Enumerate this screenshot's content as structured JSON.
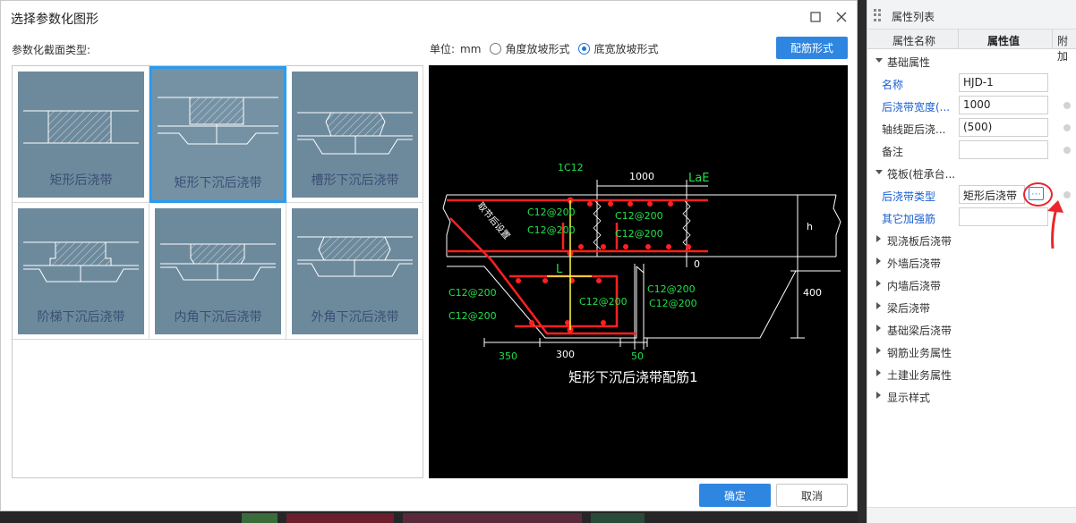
{
  "dialog": {
    "title": "选择参数化图形",
    "section_label": "参数化截面类型:",
    "thumbnails": [
      {
        "label": "矩形后浇带",
        "selected": false
      },
      {
        "label": "矩形下沉后浇带",
        "selected": true
      },
      {
        "label": "槽形下沉后浇带",
        "selected": false
      },
      {
        "label": "阶梯下沉后浇带",
        "selected": false
      },
      {
        "label": "内角下沉后浇带",
        "selected": false
      },
      {
        "label": "外角下沉后浇带",
        "selected": false
      }
    ],
    "unit_label": "单位:",
    "unit_value": "mm",
    "radio_angle": "角度放坡形式",
    "radio_width": "底宽放坡形式",
    "radio_selected": "底宽放坡形式",
    "peijin_button": "配筋形式",
    "ok_button": "确定",
    "cancel_button": "取消"
  },
  "preview": {
    "caption": "矩形下沉后浇带配筋1",
    "labels": {
      "top_bar": "1C12",
      "dim_1000": "1000",
      "lae": "LaE",
      "stirrup_1": "C12@200",
      "stirrup_2": "C12@200",
      "stirrup_3": "C12@200",
      "stirrup_4": "C12@200",
      "stirrup_5": "C12@200",
      "stirrup_6": "C12@200",
      "stirrup_7": "C12@200",
      "stirrup_8": "C12@200",
      "stirrup_9": "C12@200",
      "h": "h",
      "zero": "0",
      "L": "L",
      "dim_400": "400",
      "dim_350": "350",
      "dim_300": "300",
      "dim_50": "50",
      "slanted_note": "取节后设置"
    }
  },
  "properties": {
    "title": "属性列表",
    "col_name": "属性名称",
    "col_value": "属性值",
    "col_extra": "附加",
    "group_basic": "基础属性",
    "rows_basic": [
      {
        "name": "名称",
        "value": "HJD-1",
        "blue": true,
        "dot": false
      },
      {
        "name": "后浇带宽度(...",
        "value": "1000",
        "blue": true,
        "dot": true
      },
      {
        "name": "轴线距后浇...",
        "value": "(500)",
        "blue": false,
        "dot": true
      },
      {
        "name": "备注",
        "value": "",
        "blue": false,
        "dot": true
      }
    ],
    "group_raft": "筏板(桩承台...",
    "rows_raft": [
      {
        "name": "后浇带类型",
        "value": "矩形后浇带",
        "blue": true,
        "dot": true
      },
      {
        "name": "其它加强筋",
        "value": "",
        "blue": true,
        "dot": false
      }
    ],
    "ellipsis": "···",
    "collapsed_groups": [
      "现浇板后浇带",
      "外墙后浇带",
      "内墙后浇带",
      "梁后浇带",
      "基础梁后浇带",
      "钢筋业务属性",
      "土建业务属性",
      "显示样式"
    ]
  },
  "colors": {
    "accent": "#2f86e0",
    "thumb_bg": "#6d8a9d",
    "thumb_label": "#3b4e74",
    "cad_red": "#ff2020",
    "cad_green": "#22e04a",
    "cad_yellow": "#ffff40",
    "annotation_red": "#e8262c"
  }
}
